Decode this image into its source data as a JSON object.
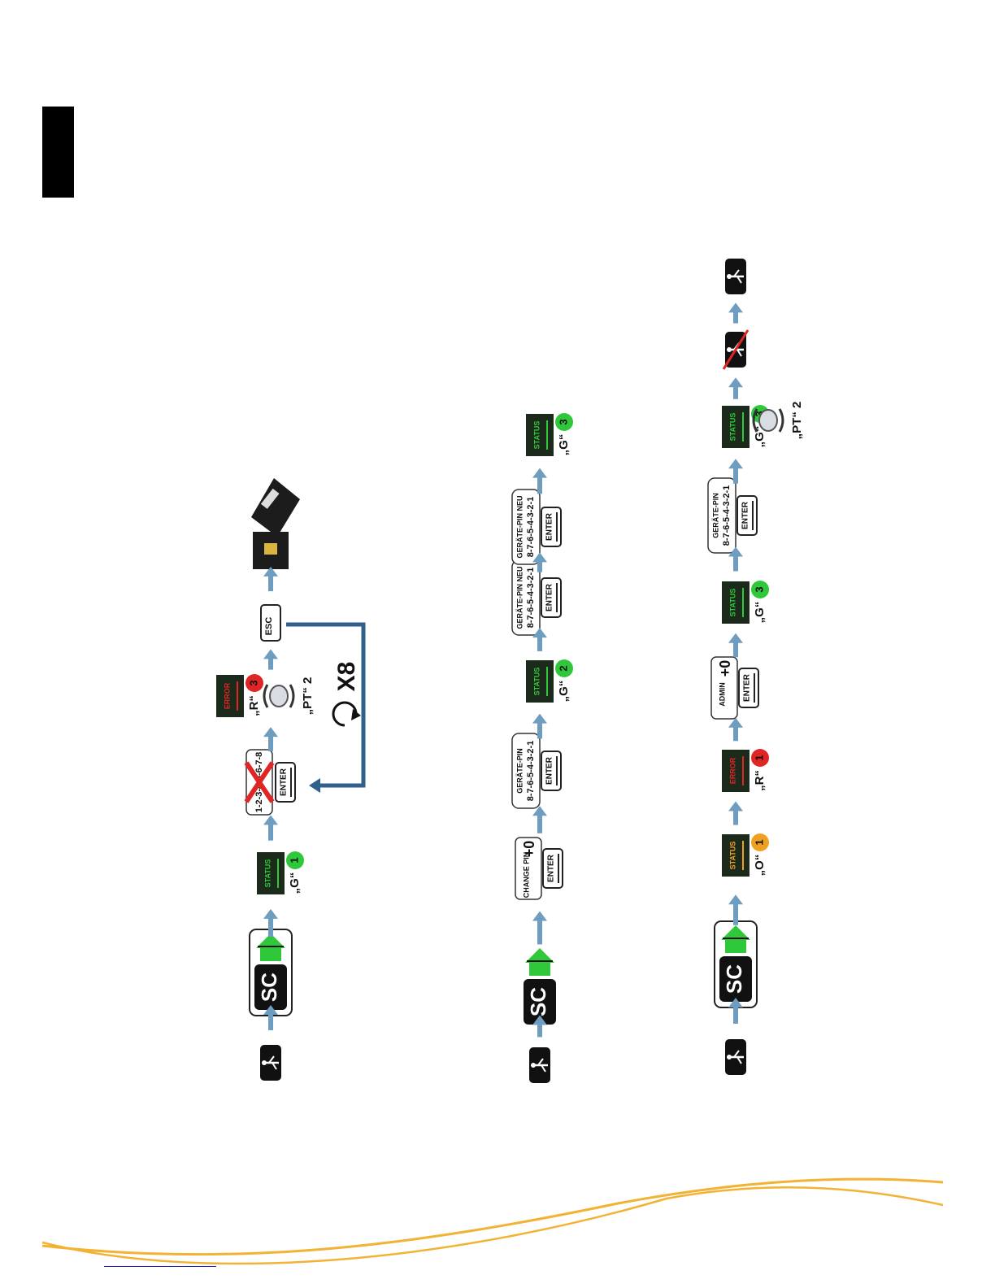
{
  "colors": {
    "wave": "#f2b233",
    "arrow": "#6f9dc0",
    "loop_arrow": "#2f5f8a",
    "status_green": "#2ec83a",
    "status_orange": "#f0a020",
    "error_red": "#e02525",
    "key_black": "#111111",
    "footer_link": "#1a1aa8"
  },
  "labels": {
    "status": "STATUS",
    "error": "ERROR",
    "enter": "ENTER",
    "esc": "ESC",
    "sc": "SC",
    "change_pin": "CHANGE PIN",
    "admin": "ADMIN",
    "plus_zero": "+0",
    "geraete_pin": "GERÄTE-PIN",
    "geraete_pin_neu": "GERÄTE-PIN NEU",
    "pin_sequence": "8-7-6-5-4-3-2-1",
    "wrong_pin": "1-2-3-4-5-6-7-8",
    "loop_count": "X8",
    "g": "„G“",
    "r": "„R“",
    "o": "„O“",
    "pt": "„PT“"
  },
  "flows": [
    {
      "id": "flow-reset-locked-card",
      "steps": [
        {
          "type": "usb-icon"
        },
        {
          "type": "sc-insert"
        },
        {
          "type": "status-led",
          "color": "green",
          "letter": "g",
          "count": "1"
        },
        {
          "type": "wrong-pin-enter"
        },
        {
          "type": "error-led",
          "letter": "r",
          "count": "3",
          "beep": "2"
        },
        {
          "type": "esc-key",
          "loop": "X8"
        },
        {
          "type": "card-broken-icon"
        }
      ]
    },
    {
      "id": "flow-change-pin",
      "steps": [
        {
          "type": "usb-icon"
        },
        {
          "type": "sc-insert"
        },
        {
          "type": "change-pin-enter"
        },
        {
          "type": "pin-enter",
          "caption": "GERÄTE-PIN",
          "pin": "8-7-6-5-4-3-2-1"
        },
        {
          "type": "status-led",
          "color": "green",
          "letter": "g",
          "count": "2"
        },
        {
          "type": "pin-enter",
          "caption": "GERÄTE-PIN NEU",
          "pin": "8-7-6-5-4-3-2-1"
        },
        {
          "type": "pin-enter",
          "caption": "GERÄTE-PIN NEU",
          "pin": "8-7-6-5-4-3-2-1"
        },
        {
          "type": "status-led",
          "color": "green",
          "letter": "g",
          "count": "3"
        }
      ]
    },
    {
      "id": "flow-admin-reset",
      "steps": [
        {
          "type": "usb-icon"
        },
        {
          "type": "sc-insert"
        },
        {
          "type": "status-led",
          "color": "orange",
          "letter": "o",
          "count": "1"
        },
        {
          "type": "error-led",
          "letter": "r",
          "count": "1"
        },
        {
          "type": "admin-enter"
        },
        {
          "type": "status-led",
          "color": "green",
          "letter": "g",
          "count": "3"
        },
        {
          "type": "pin-enter",
          "caption": "GERÄTE-PIN",
          "pin": "8-7-6-5-4-3-2-1"
        },
        {
          "type": "status-led",
          "color": "green",
          "letter": "g",
          "count": "3",
          "beep": "2"
        },
        {
          "type": "usb-unplug-icon"
        },
        {
          "type": "usb-icon"
        }
      ]
    }
  ]
}
